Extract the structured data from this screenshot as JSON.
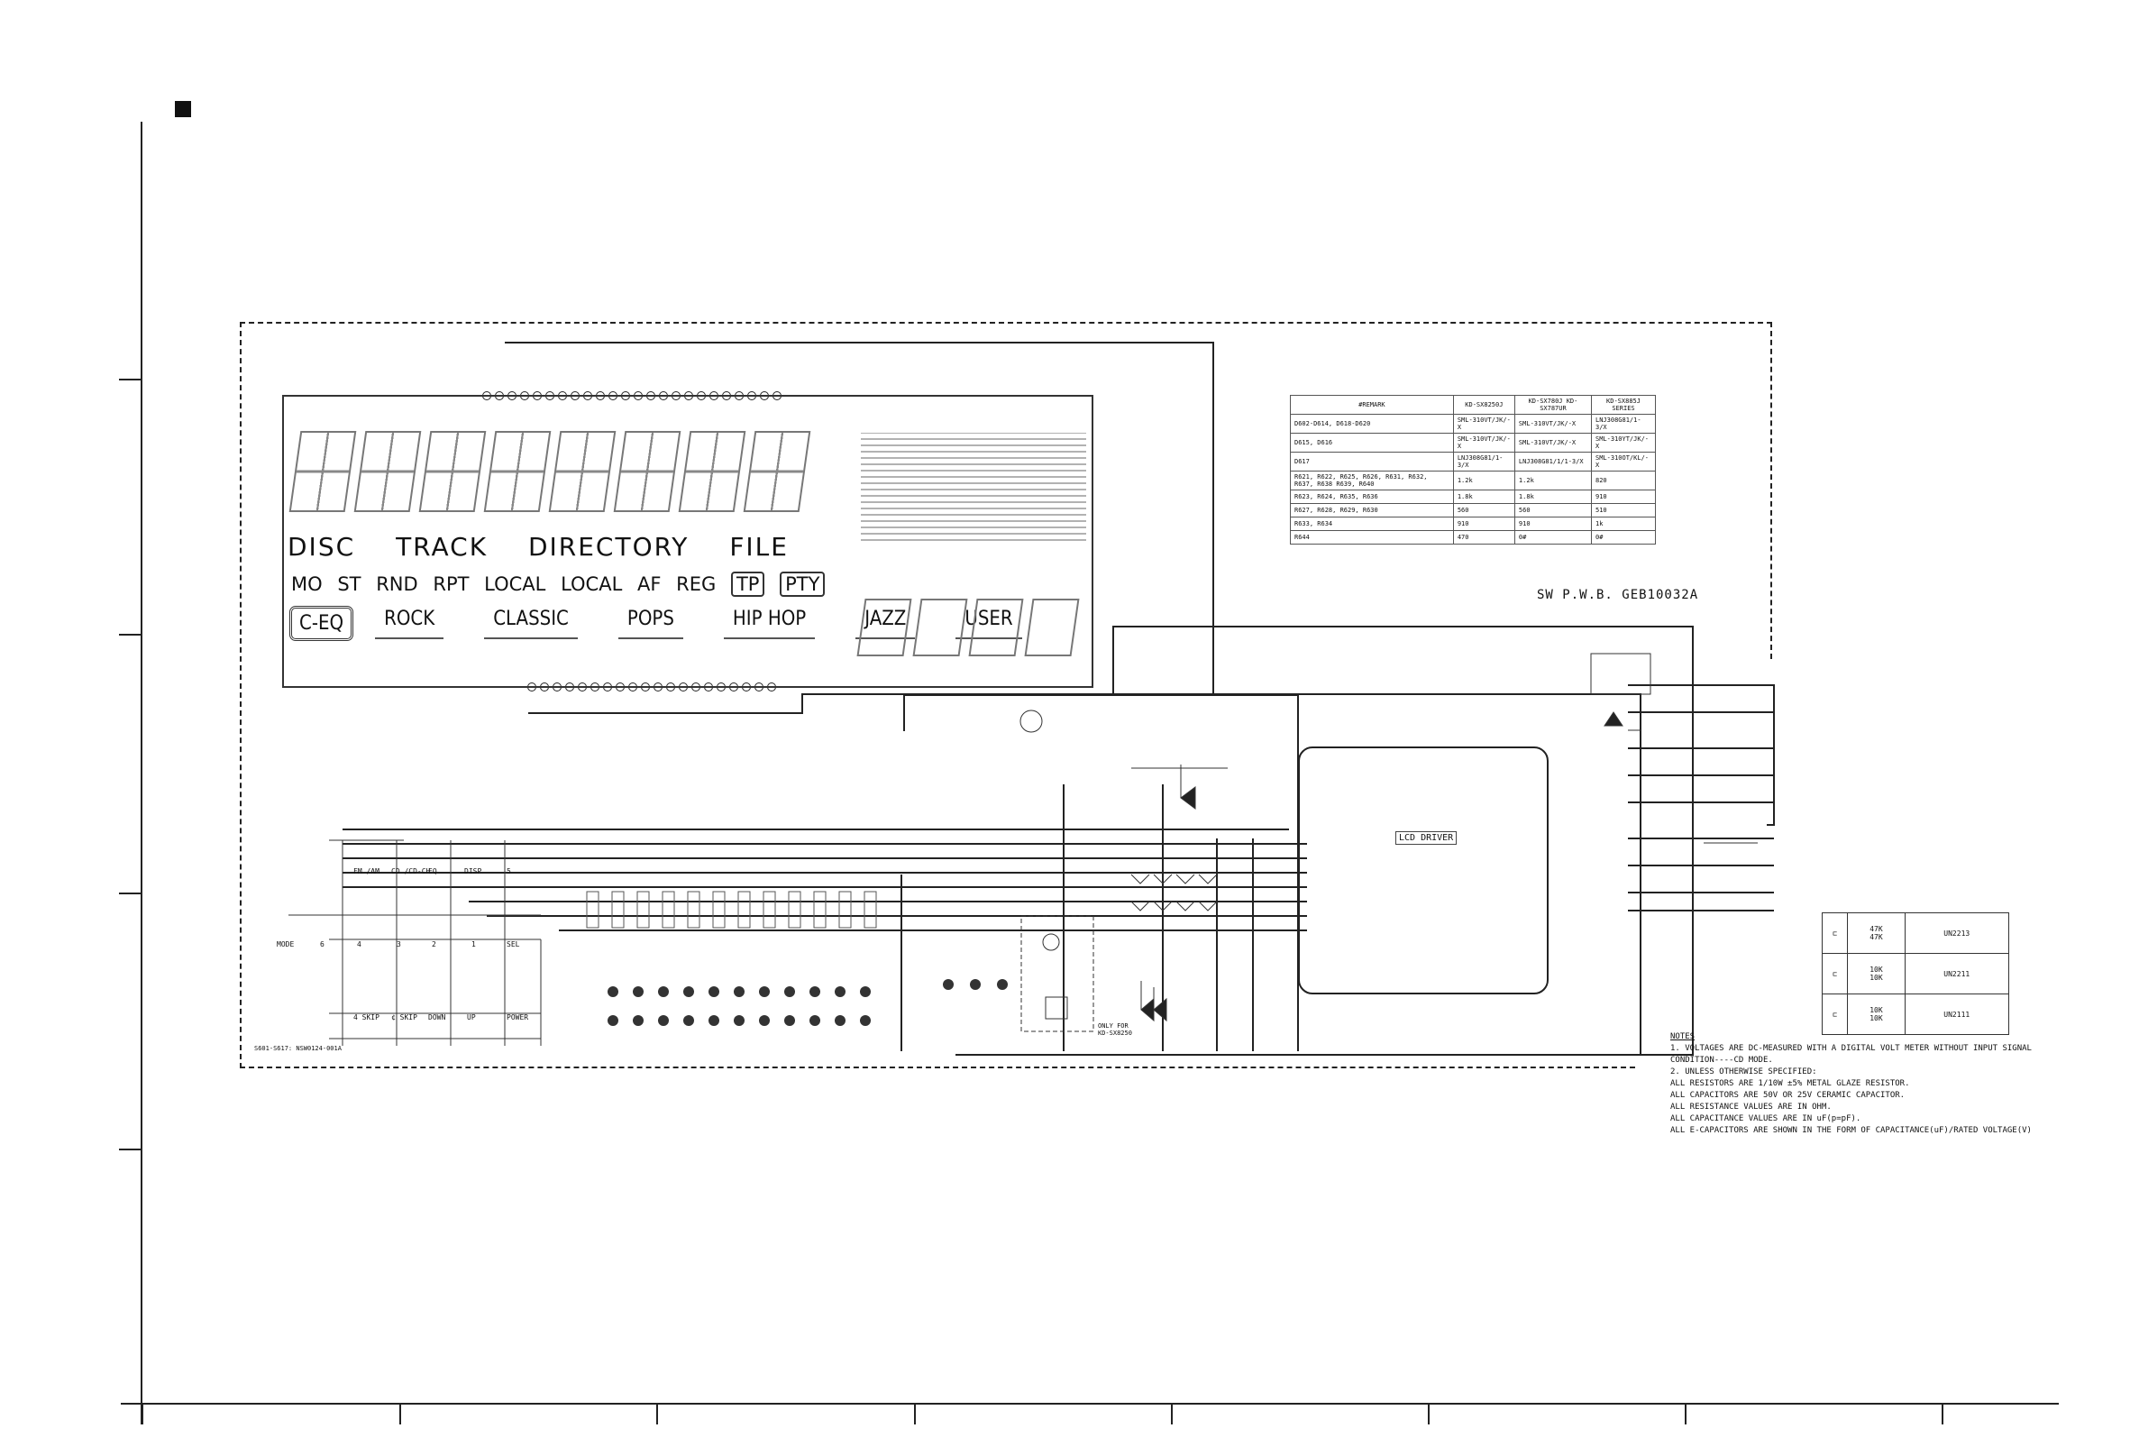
{
  "lcd": {
    "disc_labels": [
      "DISC",
      "TRACK",
      "DIRECTORY",
      "FILE"
    ],
    "status_items": [
      "MO",
      "ST",
      "RND",
      "RPT",
      "LOCAL",
      "LOCAL",
      "AF",
      "REG",
      "TP",
      "PTY"
    ],
    "eq_label": "C-EQ",
    "eq_modes": [
      "ROCK",
      "CLASSIC",
      "POPS",
      "HIP HOP",
      "JAZZ",
      "USER"
    ]
  },
  "remark_table": {
    "headers": [
      "#REMARK",
      "KD-SX8250J",
      "KD-SX780J\nKD-SX787UR",
      "KD-SX885J SERIES"
    ],
    "rows": [
      [
        "D602-D614, D618-D620",
        "SML-310VT/JK/-X",
        "SML-310VT/JK/-X",
        "LNJ308G81/1-3/X"
      ],
      [
        "D615, D616",
        "SML-310VT/JK/-X",
        "SML-310VT/JK/-X",
        "SML-310YT/JK/-X"
      ],
      [
        "D617",
        "LNJ308G81/1-3/X",
        "LNJ308G81/1/1-3/X",
        "SML-310OT/KL/-X"
      ],
      [
        "R621, R622, R625, R626,\nR631, R632, R637, R638\nR639, R640",
        "1.2k",
        "1.2k",
        "820"
      ],
      [
        "R623, R624, R635, R636",
        "1.8k",
        "1.8k",
        "910"
      ],
      [
        "R627, R628, R629, R630",
        "560",
        "560",
        "510"
      ],
      [
        "R633, R634",
        "910",
        "910",
        "1k"
      ],
      [
        "R644",
        "470",
        "0#",
        "0#"
      ]
    ]
  },
  "board_label": "SW P.W.B. GEB10032A",
  "driver_label": "LCD DRIVER",
  "switch_labels": [
    [
      "FM /AM",
      "CD /CD-CH",
      "EQ",
      "DISP",
      "5"
    ],
    [
      "MODE",
      "6",
      "4",
      "3",
      "2",
      "1",
      "SEL"
    ],
    [
      "4 SKIP",
      "¢ SKIP",
      "DOWN",
      "UP",
      "POWER"
    ]
  ],
  "part_numbers": {
    "switch_group": "S601-S617: NSW0124-001A",
    "only_for": "ONLY FOR\nKD-SX8250"
  },
  "ic_table": [
    {
      "values": [
        "47K",
        "47K"
      ],
      "part": "UN2213"
    },
    {
      "values": [
        "10K",
        "10K"
      ],
      "part": "UN2211"
    },
    {
      "values": [
        "10K",
        "10K"
      ],
      "part": "UN2111"
    }
  ],
  "notes": {
    "title": "NOTES",
    "items": [
      "1. VOLTAGES ARE DC-MEASURED WITH A DIGITAL VOLT METER WITHOUT INPUT SIGNAL",
      "   CONDITION----CD MODE.",
      "2. UNLESS OTHERWISE SPECIFIED:",
      "   ALL RESISTORS ARE 1/10W ±5% METAL GLAZE RESISTOR.",
      "   ALL CAPACITORS ARE 50V OR 25V CERAMIC CAPACITOR.",
      "   ALL RESISTANCE VALUES ARE IN OHM.",
      "   ALL CAPACITANCE VALUES ARE IN uF(p=pF).",
      "   ALL E-CAPACITORS ARE SHOWN IN THE FORM OF CAPACITANCE(uF)/RATED VOLTAGE(V)"
    ]
  }
}
